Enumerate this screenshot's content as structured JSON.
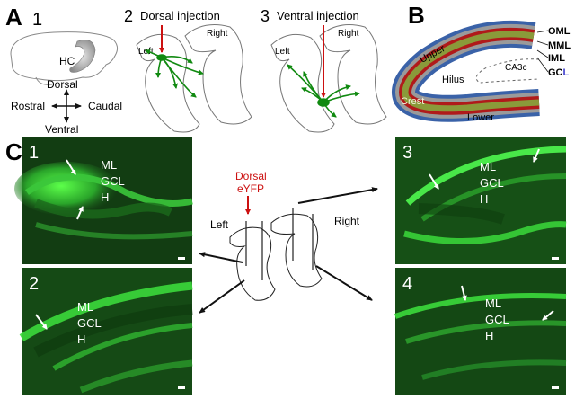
{
  "panels": {
    "A": "A",
    "B": "B",
    "C": "C"
  },
  "panel_a": {
    "sub1": "1",
    "sub2": "2",
    "sub3": "3",
    "hc": "HC",
    "dorsal_injection": "Dorsal injection",
    "ventral_injection": "Ventral injection",
    "left": "Left",
    "right": "Right",
    "compass": {
      "dorsal": "Dorsal",
      "ventral": "Ventral",
      "rostral": "Rostral",
      "caudal": "Caudal"
    }
  },
  "panel_b": {
    "oml": "OML",
    "mml": "MML",
    "iml": "IML",
    "gcl": "GC",
    "gcl_tail": "L",
    "upper": "Upper",
    "lower": "Lower",
    "hilus": "Hilus",
    "crest": "Crest",
    "ca3c": "CA3c",
    "colors": {
      "oml": "#3a62a8",
      "mml": "#9a9a9a",
      "iml": "#b01a1a",
      "gcl": "#8a9a3a"
    }
  },
  "panel_c": {
    "center_label_1": "Dorsal",
    "center_label_2": "eYFP",
    "left": "Left",
    "right": "Right",
    "micrographs": [
      {
        "num": "1",
        "ml": "ML",
        "gcl": "GCL",
        "h": "H"
      },
      {
        "num": "2",
        "ml": "ML",
        "gcl": "GCL",
        "h": "H"
      },
      {
        "num": "3",
        "ml": "ML",
        "gcl": "GCL",
        "h": "H"
      },
      {
        "num": "4",
        "ml": "ML",
        "gcl": "GCL",
        "h": "H"
      }
    ],
    "fluor_color": "#22dd22"
  }
}
